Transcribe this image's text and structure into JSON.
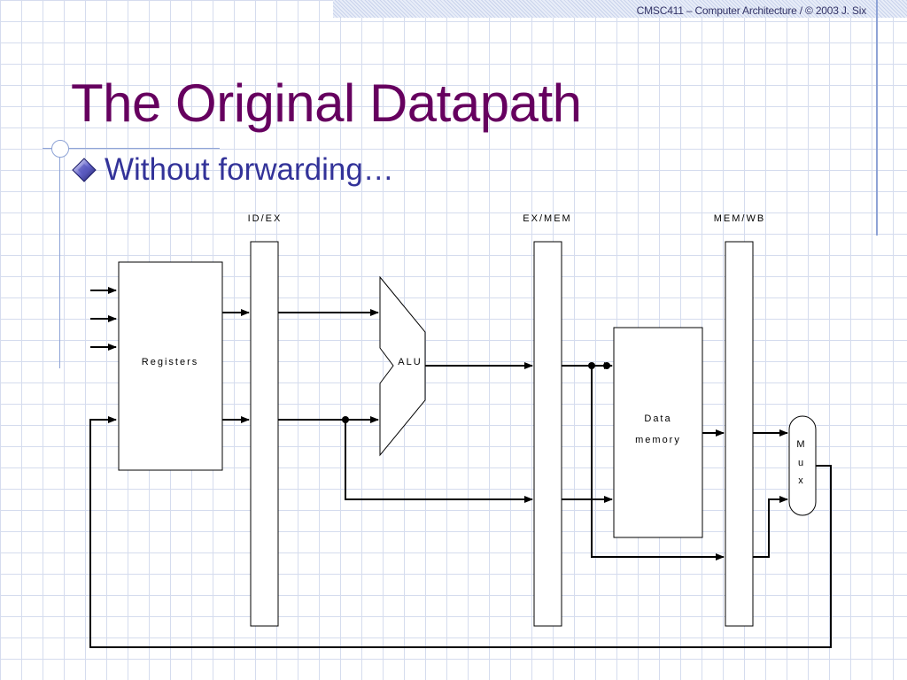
{
  "header": {
    "footer": "CMSC411 – Computer Architecture / © 2003 J. Six"
  },
  "slide": {
    "title": "The Original Datapath",
    "bullet": "Without forwarding…"
  },
  "diagram": {
    "pipeline_registers": [
      "ID/EX",
      "EX/MEM",
      "MEM/WB"
    ],
    "registers_label": "Registers",
    "alu_label": "ALU",
    "data_memory_label": [
      "Data",
      "memory"
    ],
    "mux_label": [
      "M",
      "u",
      "x"
    ]
  },
  "colors": {
    "title": "#66005f",
    "bullet_text": "#333399",
    "grid": "#d5dcee",
    "accent_line": "#8ea3d6"
  },
  "icons": [
    "diamond-bullet-icon",
    "circle-decoration-icon"
  ]
}
